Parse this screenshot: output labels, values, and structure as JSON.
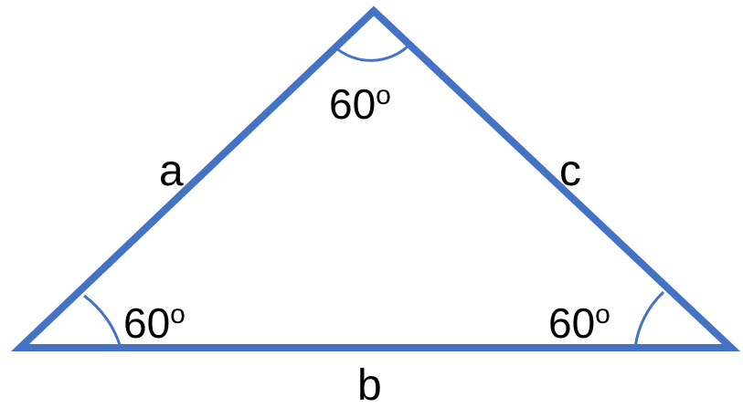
{
  "colors": {
    "stroke": "#4472C4",
    "text": "#000000",
    "background": "#FFFFFF"
  },
  "sides": {
    "left": "a",
    "bottom": "b",
    "right": "c"
  },
  "angles": {
    "top": {
      "value": "60",
      "unit": "o"
    },
    "bottom_left": {
      "value": "60",
      "unit": "o"
    },
    "bottom_right": {
      "value": "60",
      "unit": "o"
    }
  }
}
